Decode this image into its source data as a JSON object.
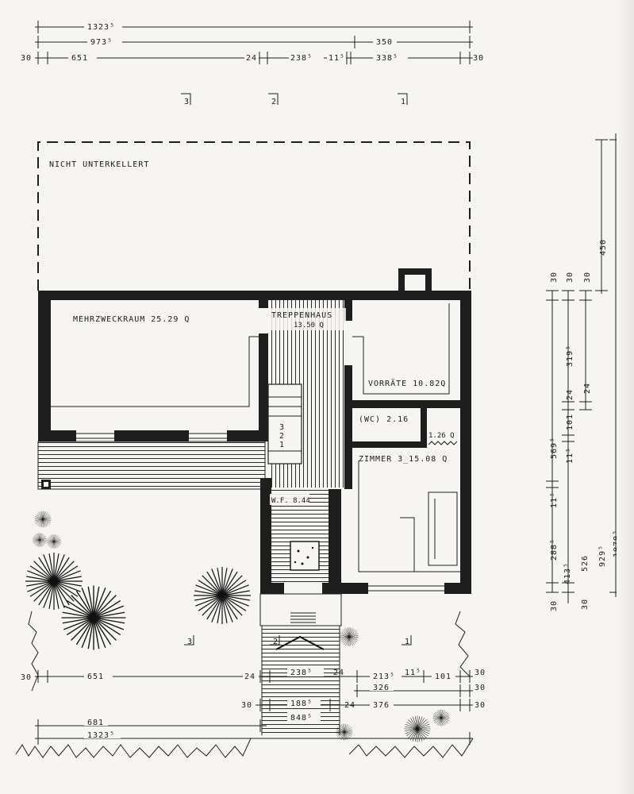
{
  "dimensions_top": {
    "row1": "1323⁵",
    "row2_a": "973⁵",
    "row2_b": "350",
    "row3_a": "30",
    "row3_b": "651",
    "row3_c": "24",
    "row3_d": "238⁵",
    "row3_e": "11⁵",
    "row3_f": "338⁵",
    "row3_g": "30"
  },
  "section_marks": {
    "top_3": "3",
    "top_2": "2",
    "top_1": "1",
    "bottom_3": "3",
    "bottom_2": "2",
    "bottom_1": "1"
  },
  "rooms": {
    "not_basement": "NICHT UNTERKELLERT",
    "mehrzweckraum": "MEHRZWECKRAUM 25.29 Q",
    "treppenhaus_name": "TREPPENHAUS",
    "treppenhaus_area": "13.50 Q",
    "vorraete": "VORRÄTE 10.82Q",
    "wc": "(WC) 2.16",
    "small_room": "1.26 Q",
    "zimmer3": "ZIMMER 3_15.08 Q",
    "wf": "W.F. 8.44",
    "stair_1": "3",
    "stair_2": "2",
    "stair_3": "1"
  },
  "dimensions_right": {
    "outer": "450",
    "c1_a": "30",
    "c1_b": "319⁵",
    "c1_c": "24",
    "c2_a": "30",
    "c2_b": "101",
    "c2_c": "24",
    "c3_a": "569⁵",
    "c3_b": "11⁵",
    "c3_c": "11⁵",
    "c3_d": "288⁵",
    "c3_e": "30",
    "c4_a": "413⁵",
    "c4_b": "30",
    "c5_a": "526",
    "c5_b": "30",
    "c6_a": "929⁵",
    "c7_a": "1979⁵"
  },
  "dimensions_bottom": {
    "r1_a": "30",
    "r1_b": "651",
    "r1_c": "24",
    "r1_d": "238⁵",
    "r1_e": "24",
    "r1_f": "213⁵",
    "r1_g": "11⁵",
    "r1_h": "101",
    "r1_i": "30",
    "r2_a": "326",
    "r2_b": "30",
    "r3_a": "30",
    "r3_b": "188⁵",
    "r3_c": "24",
    "r3_d": "376",
    "r3_e": "30",
    "r3_f": "848⁵",
    "r4_a": "681",
    "r5_a": "1323⁵"
  }
}
